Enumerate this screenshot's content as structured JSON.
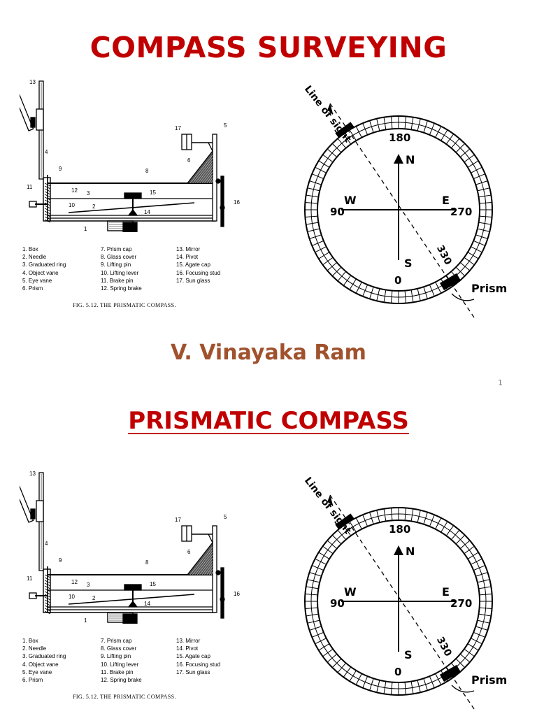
{
  "slides": [
    {
      "title": "COMPASS SURVEYING",
      "author": "V. Vinayaka Ram",
      "page_number": "1",
      "figure": {
        "callouts": [
          "1",
          "2",
          "3",
          "4",
          "5",
          "6",
          "8",
          "9",
          "10",
          "11",
          "12",
          "13",
          "14",
          "15",
          "16",
          "17"
        ],
        "legend": [
          "1. Box",
          "7. Prism cap",
          "13. Mirror",
          "2. Needle",
          "8. Glass cover",
          "14. Pivot",
          "3. Graduated ring",
          "9. Lifting pin",
          "15. Agate cap",
          "4. Object vane",
          "10. Lifting lever",
          "16. Focusing stud",
          "5. Eye vane",
          "11. Brake pin",
          "17. Sun glass",
          "6. Prism",
          "12. Spring brake",
          ""
        ],
        "caption": "FIG. 5.12. THE PRISMATIC COMPASS."
      },
      "dial": {
        "line_of_sight": "Line of sight",
        "north": "N",
        "south": "S",
        "west": "W",
        "east": "E",
        "deg_top": "180",
        "deg_left": "90",
        "deg_right": "270",
        "deg_bottom": "0",
        "deg_prism": "330",
        "prism": "Prism"
      }
    },
    {
      "title": "PRISMATIC COMPASS",
      "figure": {
        "callouts": [
          "1",
          "2",
          "3",
          "4",
          "5",
          "6",
          "8",
          "9",
          "10",
          "11",
          "12",
          "13",
          "14",
          "15",
          "16",
          "17"
        ],
        "legend": [
          "1. Box",
          "7. Prism cap",
          "13. Mirror",
          "2. Needle",
          "8. Glass cover",
          "14. Pivot",
          "3. Graduated ring",
          "9. Lifting pin",
          "15. Agate cap",
          "4. Object vane",
          "10. Lifting lever",
          "16. Focusing stud",
          "5. Eye vane",
          "11. Brake pin",
          "17. Sun glass",
          "6. Prism",
          "12. Spring brake",
          ""
        ],
        "caption": "FIG. 5.12. THE PRISMATIC COMPASS."
      },
      "dial": {
        "line_of_sight": "Line of sight",
        "north": "N",
        "south": "S",
        "west": "W",
        "east": "E",
        "deg_top": "180",
        "deg_left": "90",
        "deg_right": "270",
        "deg_bottom": "0",
        "deg_prism": "330",
        "prism": "Prism"
      }
    }
  ],
  "colors": {
    "title": "#c00000",
    "author": "#a0522d"
  }
}
